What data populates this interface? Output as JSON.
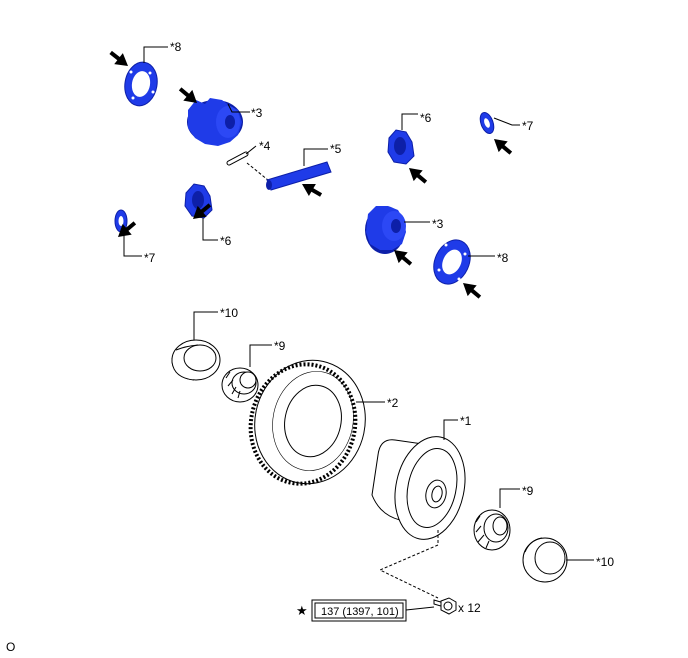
{
  "labels": {
    "c1": "*1",
    "c2": "*2",
    "c3a": "*3",
    "c3b": "*3",
    "c4": "*4",
    "c5": "*5",
    "c6a": "*6",
    "c6b": "*6",
    "c7a": "*7",
    "c7b": "*7",
    "c8a": "*8",
    "c8b": "*8",
    "c9a": "*9",
    "c9b": "*9",
    "c10a": "*10",
    "c10b": "*10"
  },
  "torque": {
    "spec": "137 (1397, 101)",
    "qty": "x 12"
  },
  "corner_code": "O",
  "colors": {
    "part_blue": "#1f3be8",
    "part_blue_dark": "#0d1fa8",
    "line": "#000000"
  }
}
